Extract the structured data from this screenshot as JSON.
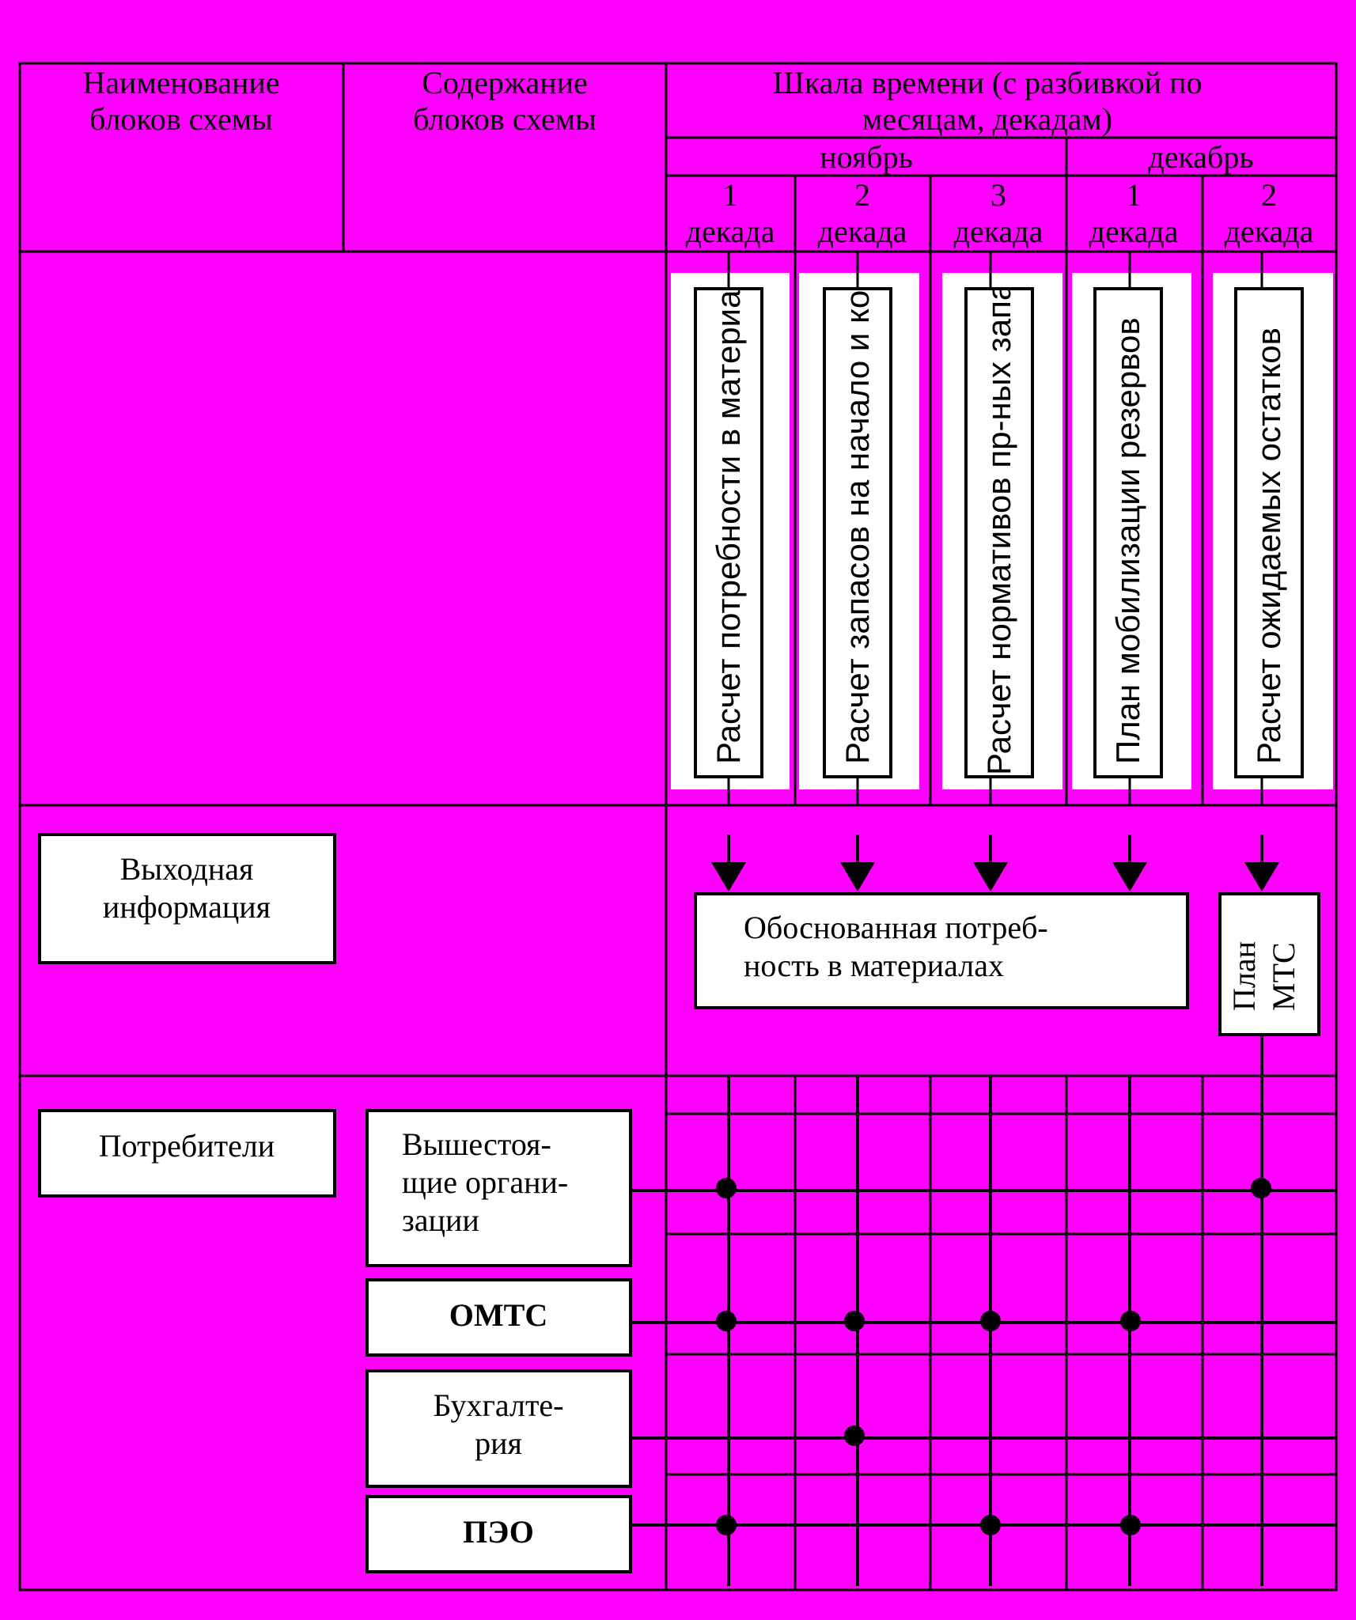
{
  "colors": {
    "background": "#ff00ff",
    "line": "#000000",
    "box": "#ffffff"
  },
  "header": {
    "col1": [
      "Наименование",
      "блоков схемы"
    ],
    "col2": [
      "Содержание",
      "блоков схемы"
    ],
    "timeline": [
      "Шкала времени (с разбивкой по",
      "месяцам, декадам)"
    ],
    "months": [
      "ноябрь",
      "декабрь"
    ],
    "decades": [
      {
        "num": "1",
        "label": "декада"
      },
      {
        "num": "2",
        "label": "декада"
      },
      {
        "num": "3",
        "label": "декада"
      },
      {
        "num": "1",
        "label": "декада"
      },
      {
        "num": "2",
        "label": "декада"
      }
    ]
  },
  "tasks": [
    "Расчет потребности в материалах",
    "Расчет запасов на начало и конец",
    "Расчет нормативов пр-ных запасов",
    "План мобилизации резервов",
    "Расчет ожидаемых остатков"
  ],
  "output": {
    "label": [
      "Выходная",
      "информация"
    ],
    "result": [
      "Обоснованная потреб-",
      "ность в материалах"
    ],
    "plan": [
      "План",
      "МТС"
    ]
  },
  "consumers": {
    "label": "Потребители",
    "orgs": [
      {
        "lines": [
          "Вышестоя-",
          "щие органи-",
          "зации"
        ]
      },
      {
        "lines": [
          "ОМТС"
        ]
      },
      {
        "lines": [
          "Бухгалте-",
          "рия"
        ]
      },
      {
        "lines": [
          "ПЭО"
        ]
      }
    ]
  },
  "connections": [
    {
      "org": 0,
      "decades": [
        1,
        5
      ]
    },
    {
      "org": 1,
      "decades": [
        1,
        2,
        3,
        4
      ]
    },
    {
      "org": 2,
      "decades": [
        2
      ]
    },
    {
      "org": 3,
      "decades": [
        1,
        3,
        4
      ]
    }
  ]
}
